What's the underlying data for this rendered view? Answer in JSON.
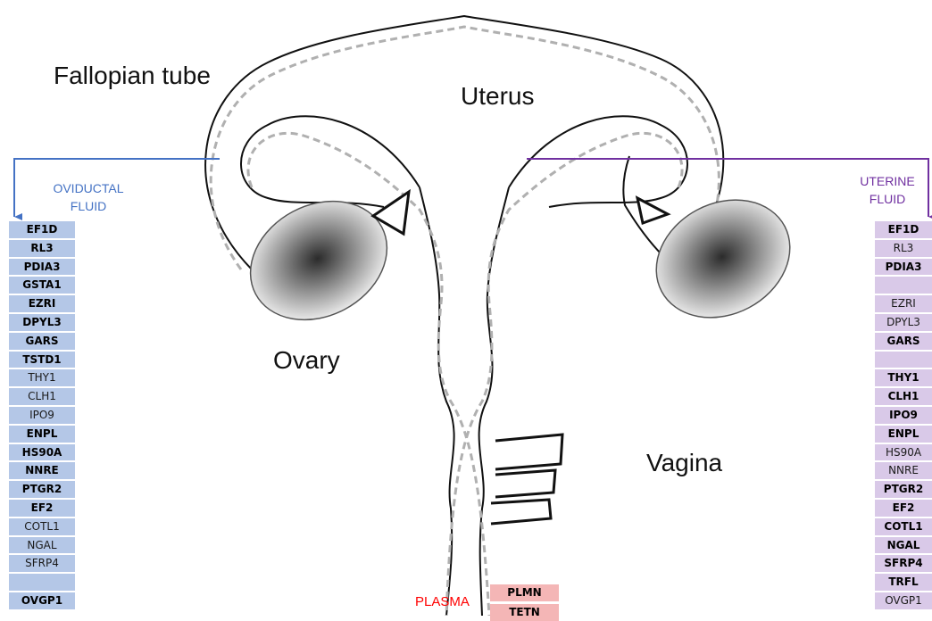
{
  "labels": {
    "fallopian_tube": "Fallopian tube",
    "uterus": "Uterus",
    "ovary": "Ovary",
    "vagina": "Vagina",
    "oviductal_fluid_line1": "OVIDUCTAL",
    "oviductal_fluid_line2": "FLUID",
    "uterine_fluid_line1": "UTERINE",
    "uterine_fluid_line2": "FLUID",
    "plasma": "PLASMA"
  },
  "colors": {
    "oviductal": "#4472c4",
    "oviductal_cell": "#b4c7e7",
    "uterine": "#7030a0",
    "uterine_cell": "#d9c9e8",
    "plasma": "#ff0000",
    "plasma_cell": "#f4b6b6"
  },
  "oviductal_proteins": [
    {
      "name": "EF1D",
      "bold": true
    },
    {
      "name": "RL3",
      "bold": true
    },
    {
      "name": "PDIA3",
      "bold": true
    },
    {
      "name": "GSTA1",
      "bold": true
    },
    {
      "name": "EZRI",
      "bold": true
    },
    {
      "name": "DPYL3",
      "bold": true
    },
    {
      "name": "GARS",
      "bold": true
    },
    {
      "name": "TSTD1",
      "bold": true
    },
    {
      "name": "THY1",
      "bold": false
    },
    {
      "name": "CLH1",
      "bold": false
    },
    {
      "name": "IPO9",
      "bold": false
    },
    {
      "name": "ENPL",
      "bold": true
    },
    {
      "name": "HS90A",
      "bold": true
    },
    {
      "name": "NNRE",
      "bold": true
    },
    {
      "name": "PTGR2",
      "bold": true
    },
    {
      "name": "EF2",
      "bold": true
    },
    {
      "name": "COTL1",
      "bold": false
    },
    {
      "name": "NGAL",
      "bold": false
    },
    {
      "name": "SFRP4",
      "bold": false
    },
    {
      "name": "",
      "bold": false
    },
    {
      "name": "OVGP1",
      "bold": true
    }
  ],
  "uterine_proteins": [
    {
      "name": "EF1D",
      "bold": true
    },
    {
      "name": "RL3",
      "bold": false
    },
    {
      "name": "PDIA3",
      "bold": true
    },
    {
      "name": "",
      "bold": false
    },
    {
      "name": "EZRI",
      "bold": false
    },
    {
      "name": "DPYL3",
      "bold": false
    },
    {
      "name": "GARS",
      "bold": true
    },
    {
      "name": "",
      "bold": false
    },
    {
      "name": "THY1",
      "bold": true
    },
    {
      "name": "CLH1",
      "bold": true
    },
    {
      "name": "IPO9",
      "bold": true
    },
    {
      "name": "ENPL",
      "bold": true
    },
    {
      "name": "HS90A",
      "bold": false
    },
    {
      "name": "NNRE",
      "bold": false
    },
    {
      "name": "PTGR2",
      "bold": true
    },
    {
      "name": "EF2",
      "bold": true
    },
    {
      "name": "COTL1",
      "bold": true
    },
    {
      "name": "NGAL",
      "bold": true
    },
    {
      "name": "SFRP4",
      "bold": true
    },
    {
      "name": "TRFL",
      "bold": true
    },
    {
      "name": "OVGP1",
      "bold": false
    }
  ],
  "plasma_proteins": [
    {
      "name": "PLMN",
      "bold": true
    },
    {
      "name": "TETN",
      "bold": true
    }
  ]
}
